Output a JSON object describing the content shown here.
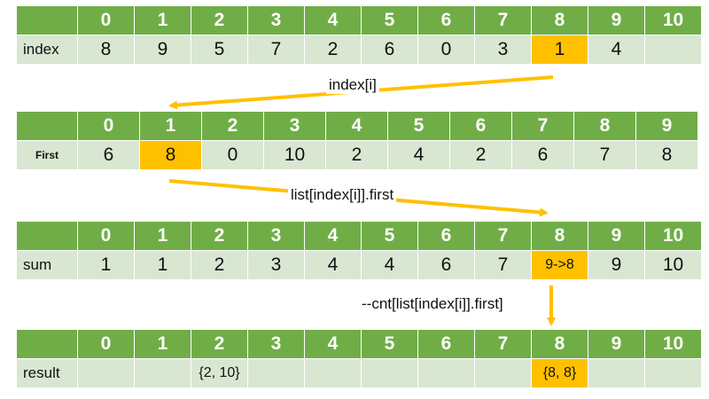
{
  "tables": [
    {
      "header": [
        "",
        "0",
        "1",
        "2",
        "3",
        "4",
        "5",
        "6",
        "7",
        "8",
        "9",
        "10"
      ],
      "label": "index",
      "values": [
        "8",
        "9",
        "5",
        "7",
        "2",
        "6",
        "0",
        "3",
        "1",
        "4",
        ""
      ],
      "highlight_index": 8
    },
    {
      "header": [
        "",
        "0",
        "1",
        "2",
        "3",
        "4",
        "5",
        "6",
        "7",
        "8",
        "9"
      ],
      "label": "First",
      "values": [
        "6",
        "8",
        "0",
        "10",
        "2",
        "4",
        "2",
        "6",
        "7",
        "8"
      ],
      "highlight_index": 1
    },
    {
      "header": [
        "",
        "0",
        "1",
        "2",
        "3",
        "4",
        "5",
        "6",
        "7",
        "8",
        "9",
        "10"
      ],
      "label": "sum",
      "values": [
        "1",
        "1",
        "2",
        "3",
        "4",
        "4",
        "6",
        "7",
        "9->8",
        "9",
        "10"
      ],
      "highlight_index": 8
    },
    {
      "header": [
        "",
        "0",
        "1",
        "2",
        "3",
        "4",
        "5",
        "6",
        "7",
        "8",
        "9",
        "10"
      ],
      "label": "result",
      "values": [
        "",
        "",
        "{2, 10}",
        "",
        "",
        "",
        "",
        "",
        "{8, 8}",
        "",
        ""
      ],
      "highlight_index": 8
    }
  ],
  "captions": {
    "step1": "index[i]",
    "step2": "list[index[i]].first",
    "step3": "--cnt[list[index[i]].first]"
  },
  "colors": {
    "header_bg": "#70ad47",
    "cell_bg": "#d9e6d1",
    "highlight": "#ffc000",
    "arrow": "#ffc000"
  }
}
